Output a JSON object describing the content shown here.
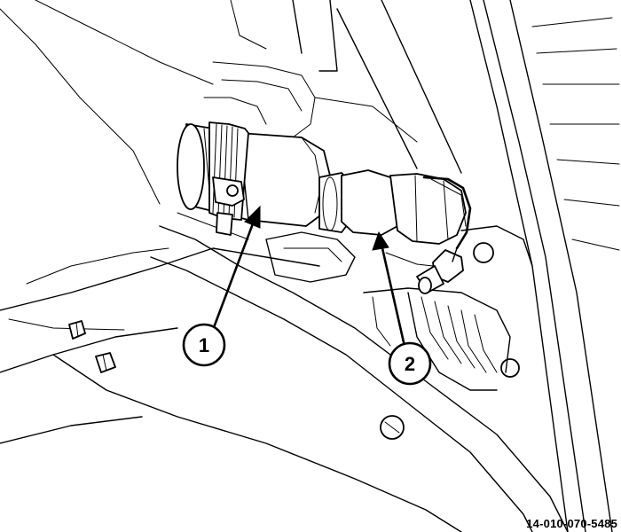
{
  "figure": {
    "id": "14-010-070-5485"
  },
  "callouts": [
    {
      "label": "1",
      "target": "hose-connector-clamp"
    },
    {
      "label": "2",
      "target": "hose-end-clamp"
    }
  ],
  "icons": [
    "arrow-icon",
    "hose-clamp-icon",
    "bolt-icon"
  ]
}
